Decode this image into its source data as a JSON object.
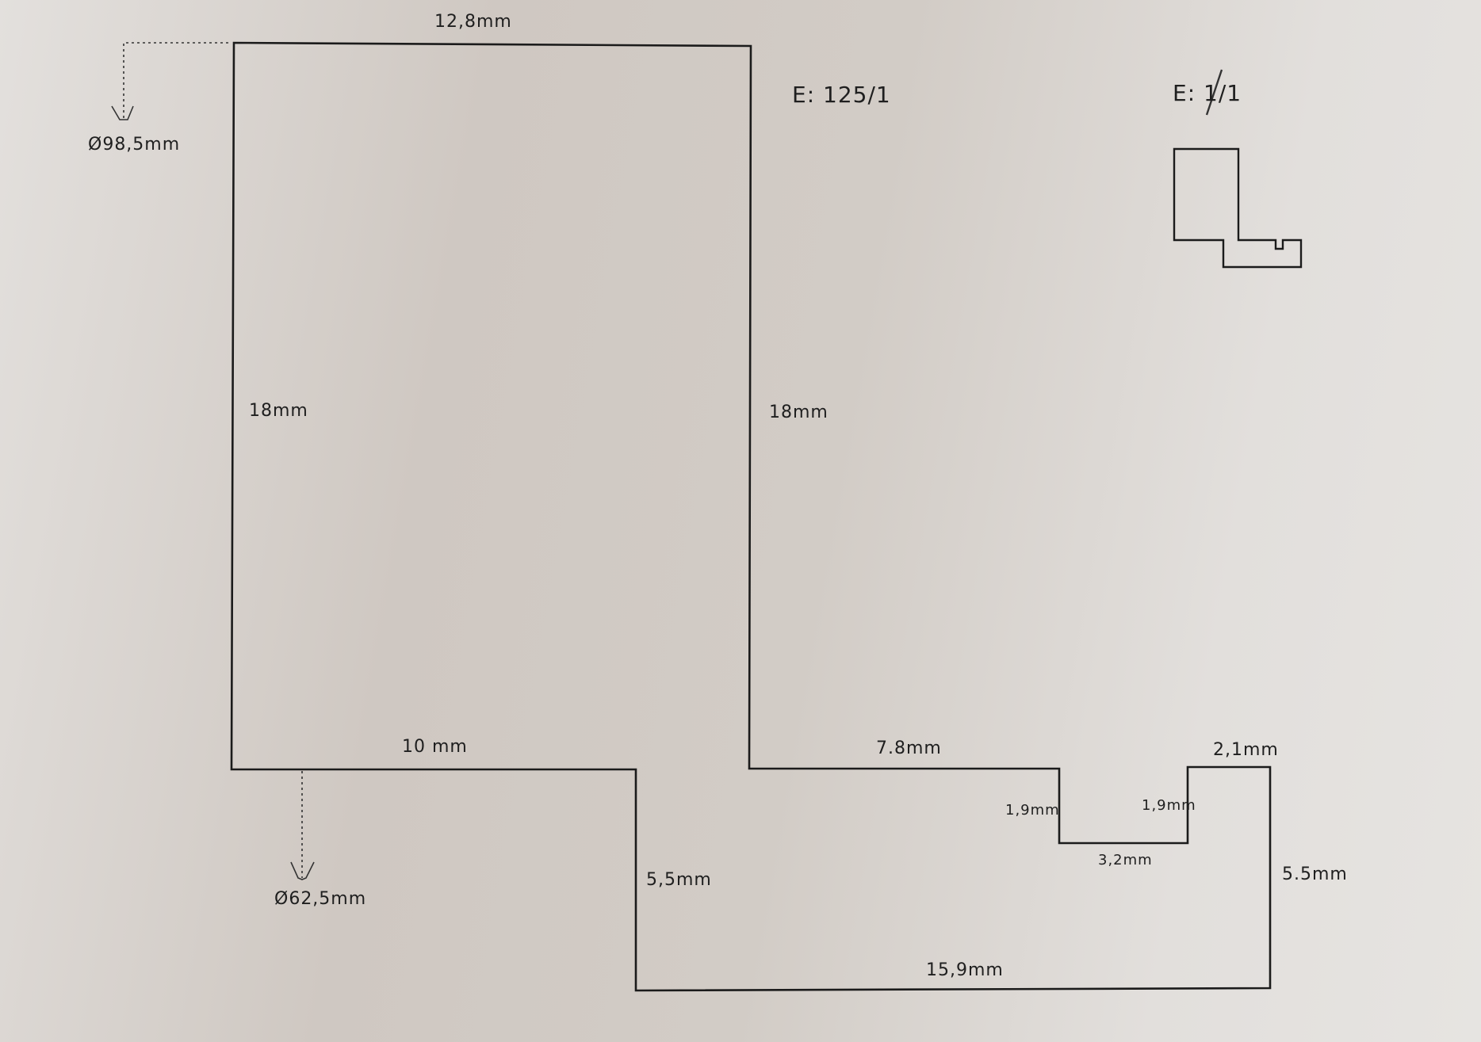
{
  "sheet": {
    "scale_main": "E: 125/1",
    "scale_thumb": "E: 1/1"
  },
  "dimensions": {
    "top_width": "12,8mm",
    "left_height": "18mm",
    "right_height": "18mm",
    "bottom_left": "10 mm",
    "step_right": "7.8mm",
    "notch_left": "1,9mm",
    "notch_right": "1,9mm",
    "notch_bottom": "3,2mm",
    "tab_top": "2,1mm",
    "inner_step": "5,5mm",
    "right_edge": "5.5mm",
    "bottom_total": "15,9mm"
  },
  "diameters": {
    "top": "Ø98,5mm",
    "bottom": "Ø62,5mm"
  },
  "colors": {
    "ink": "#1b1b1b",
    "paper": "#d8d2cc"
  }
}
